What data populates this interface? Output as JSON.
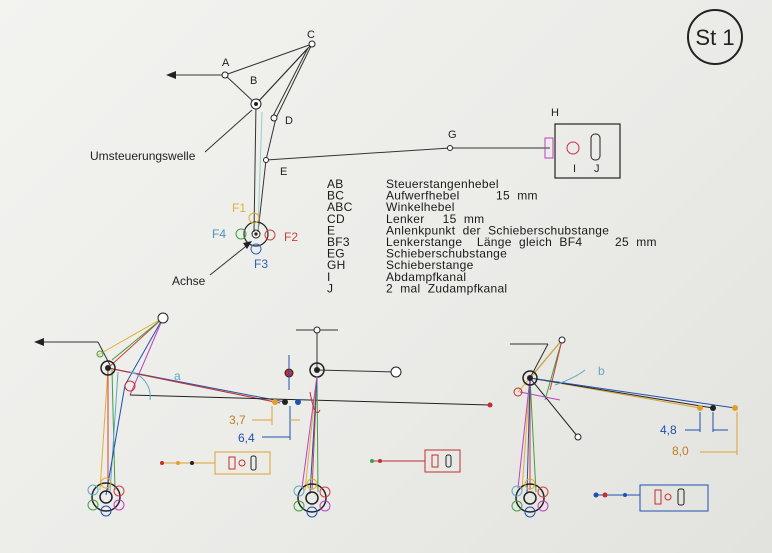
{
  "sheet_id": "St 1",
  "labels": {
    "A": "A",
    "B": "B",
    "C": "C",
    "D": "D",
    "E": "E",
    "G": "G",
    "H": "H",
    "I": "I",
    "J": "J",
    "F1": "F1",
    "F2": "F2",
    "F3": "F3",
    "F4": "F4",
    "umsteuerungswelle": "Umsteuerungswelle",
    "achse": "Achse",
    "a": "a",
    "b": "b"
  },
  "legend": [
    {
      "code": "AB",
      "text": "Steuerstangenhebel"
    },
    {
      "code": "BC",
      "text": "Aufwerfhebel          15  mm"
    },
    {
      "code": "ABC",
      "text": "Winkelhebel"
    },
    {
      "code": "CD",
      "text": "Lenker     15  mm"
    },
    {
      "code": "E",
      "text": "Anlenkpunkt  der  Schieberschubstange"
    },
    {
      "code": "BF3",
      "text": "Lenkerstange    Länge  gleich  BF4         25  mm"
    },
    {
      "code": "EG",
      "text": "Schieberschubstange"
    },
    {
      "code": "GH",
      "text": "Schieberstange"
    },
    {
      "code": "I",
      "text": "Abdampfkanal"
    },
    {
      "code": "J",
      "text": "2  mal  Zudampfkanal"
    }
  ],
  "dimensions": {
    "d1": "3,7",
    "d2": "6,4",
    "d3": "4,8",
    "d4": "8,0"
  },
  "colors": {
    "F1": "#e0b030",
    "F2": "#d04040",
    "F3": "#3060c0",
    "F4": "#40a040",
    "orange": "#e0a030",
    "blue": "#2050b0",
    "red": "#c03030",
    "green": "#40a040",
    "cyan": "#60a8c8",
    "magenta": "#c040c0",
    "ink": "#222222"
  },
  "footer_note": ""
}
